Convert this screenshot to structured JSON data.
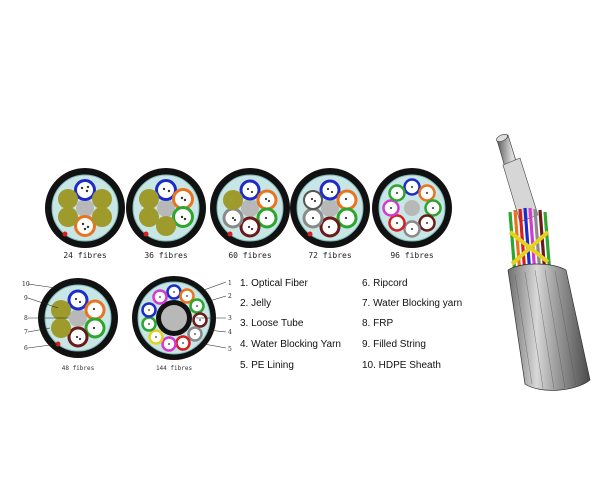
{
  "colors": {
    "sheath": "#111111",
    "lining": "#c9e6e6",
    "frp": "#b8b8b8",
    "filler": "#9e9a2c",
    "tube_blue": "#1d2cc8",
    "tube_orange": "#e9741f",
    "tube_green": "#2ea52e",
    "tube_brown": "#6b1a1a",
    "tube_magenta": "#d23ad2",
    "tube_grey": "#8a8a8a",
    "ripcord": "#d42020"
  },
  "cables": [
    {
      "id": "c24",
      "label": "24 fibres"
    },
    {
      "id": "c36",
      "label": "36 fibres"
    },
    {
      "id": "c60",
      "label": "60 fibres"
    },
    {
      "id": "c72",
      "label": "72 fibres"
    },
    {
      "id": "c96",
      "label": "96 fibres"
    },
    {
      "id": "c48",
      "label": "48 fibres"
    },
    {
      "id": "c144",
      "label": "144 fibres"
    }
  ],
  "callouts": [
    "10",
    "9",
    "8",
    "7",
    "6",
    "1",
    "2",
    "3",
    "4",
    "5"
  ],
  "legend": [
    "1. Optical Fiber",
    "2. Jelly",
    "3. Loose Tube",
    "4. Water Blocking Yarn",
    "5. PE Lining",
    "6. Ripcord",
    "7. Water Blocking yarn",
    "8. FRP",
    "9. Filled String",
    "10. HDPE Sheath"
  ]
}
